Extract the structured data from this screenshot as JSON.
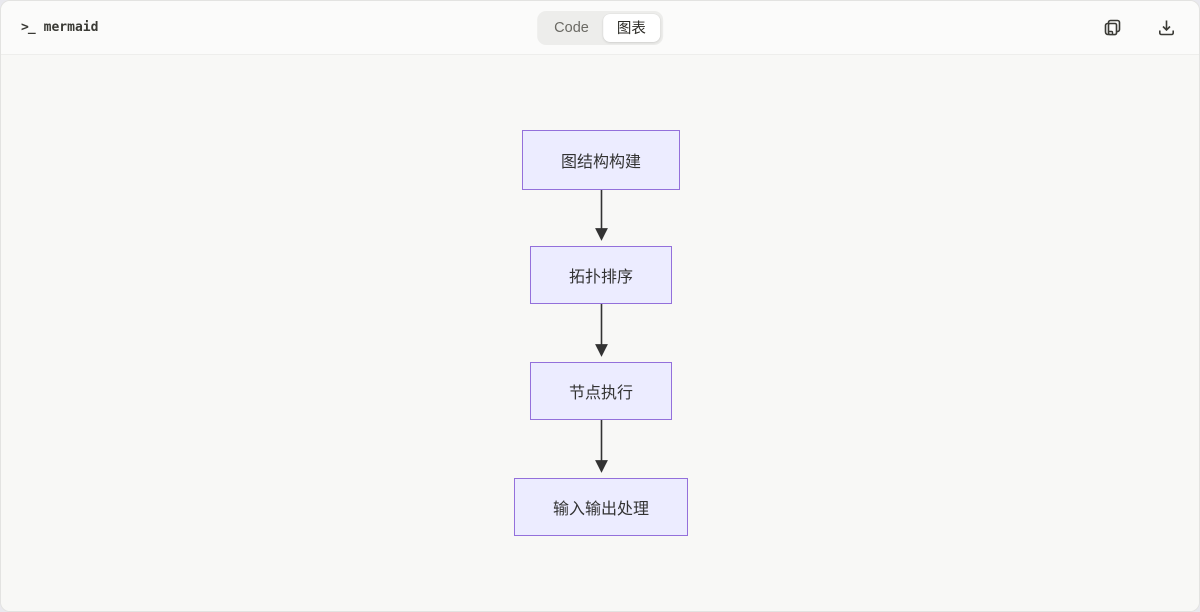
{
  "header": {
    "title": "mermaid",
    "terminal_icon": ">_",
    "tabs": [
      {
        "label": "Code",
        "active": false
      },
      {
        "label": "图表",
        "active": true
      }
    ],
    "actions": [
      {
        "icon": "copy-icon"
      },
      {
        "icon": "download-icon"
      }
    ]
  },
  "diagram": {
    "type": "flowchart",
    "direction": "top-down",
    "nodes": [
      {
        "id": 0,
        "label": "图结构构建"
      },
      {
        "id": 1,
        "label": "拓扑排序"
      },
      {
        "id": 2,
        "label": "节点执行"
      },
      {
        "id": 3,
        "label": "输入输出处理"
      }
    ],
    "edges": [
      {
        "from": 0,
        "to": 1
      },
      {
        "from": 1,
        "to": 2
      },
      {
        "from": 2,
        "to": 3
      }
    ],
    "colors": {
      "node_fill": "#ECECFF",
      "node_border": "#9370DB",
      "arrow": "#333333",
      "node_text": "#333333"
    }
  }
}
